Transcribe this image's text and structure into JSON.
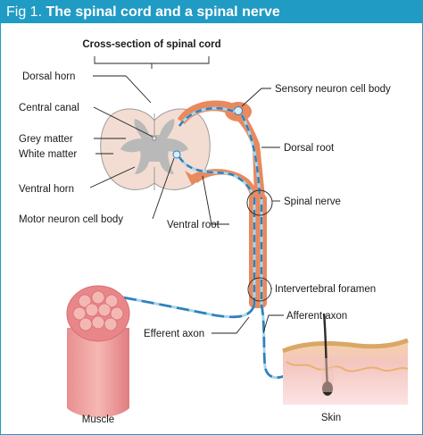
{
  "figure": {
    "number": "Fig 1.",
    "title": "The spinal cord and a spinal nerve"
  },
  "heading": "Cross-section of spinal cord",
  "labels": {
    "dorsal_horn": "Dorsal horn",
    "central_canal": "Central canal",
    "grey_matter": "Grey matter",
    "white_matter": "White matter",
    "ventral_horn": "Ventral horn",
    "motor_neuron_cell_body": "Motor neuron cell body",
    "ventral_root": "Ventral root",
    "sensory_neuron_cell_body": "Sensory neuron cell body",
    "dorsal_root": "Dorsal root",
    "spinal_nerve": "Spinal nerve",
    "intervertebral_foramen": "Intervertebral foramen",
    "afferent_axon": "Afferent axon",
    "efferent_axon": "Efferent axon",
    "muscle": "Muscle",
    "skin": "Skin"
  },
  "colors": {
    "accent": "#1f9bc4",
    "cord_white": "#f3ddd2",
    "cord_grey": "#b9b9b9",
    "nerve": "#e8895e",
    "axon": "#a9d6ea",
    "axon_dash": "#2f7fbd",
    "muscle": "#e8868a",
    "skin_top": "#f2cfa0"
  }
}
